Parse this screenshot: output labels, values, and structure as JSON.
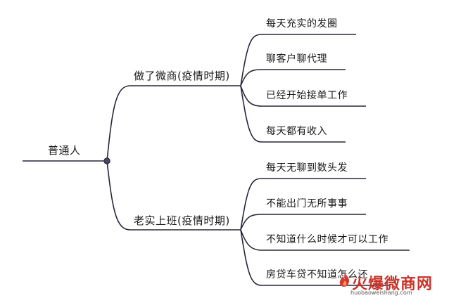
{
  "mindmap": {
    "root": {
      "label": "普通人"
    },
    "branches": [
      {
        "label": "做了微商(疫情时期)",
        "children": [
          {
            "label": "每天充实的发圈"
          },
          {
            "label": "聊客户聊代理"
          },
          {
            "label": "已经开始接单工作"
          },
          {
            "label": "每天都有收入"
          }
        ]
      },
      {
        "label": "老实上班(疫情时期)",
        "children": [
          {
            "label": "每天无聊到数头发"
          },
          {
            "label": "不能出门无所事事"
          },
          {
            "label": "不知道什么时候才可以工作"
          },
          {
            "label": "房贷车贷不知道怎么还"
          }
        ]
      }
    ]
  },
  "watermark": {
    "text": "火爆微商网",
    "url": "huobaoweishang.com",
    "color": "#c8352b"
  },
  "colors": {
    "line": "#2b2438",
    "node": "#4a4560"
  }
}
